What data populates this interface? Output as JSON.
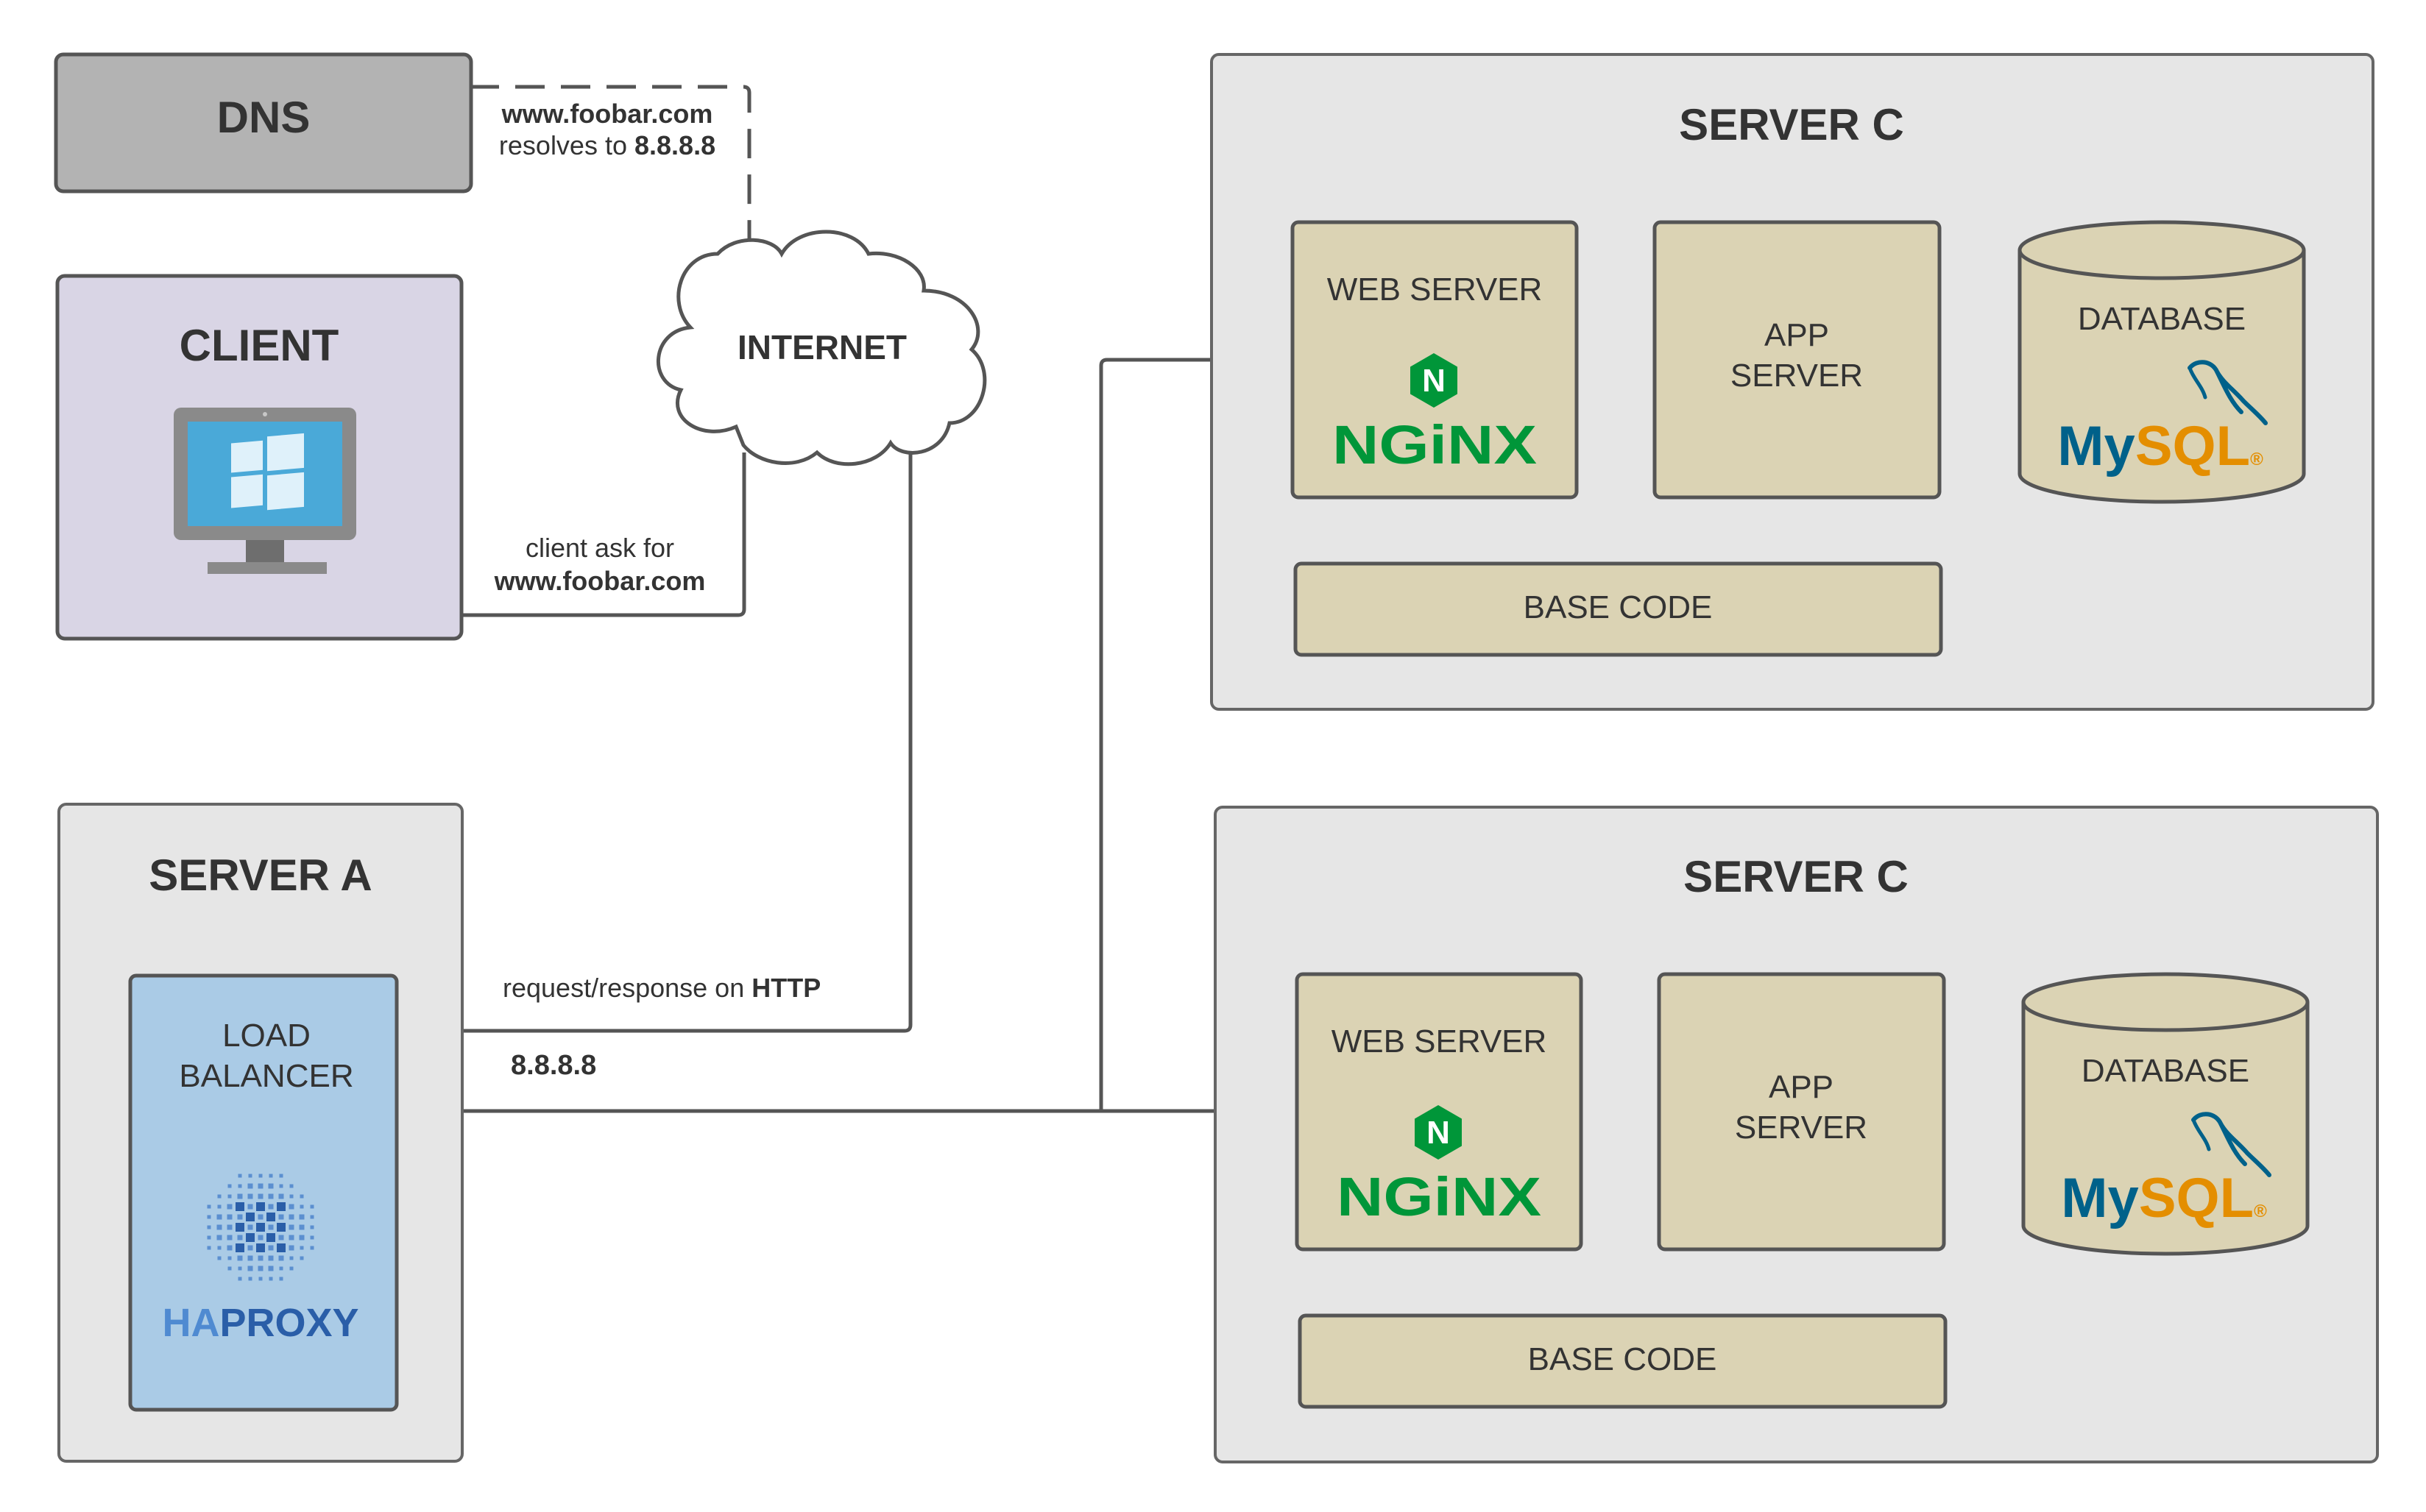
{
  "dns": {
    "title": "DNS"
  },
  "dns_note": {
    "domain": "www.foobar.com",
    "resolves_prefix": "resolves to",
    "ip": "8.8.8.8"
  },
  "client": {
    "title": "CLIENT",
    "device_icon": "windows-monitor-icon"
  },
  "internet": {
    "label": "INTERNET"
  },
  "client_note": {
    "line1": "client ask for",
    "line2": "www.foobar.com"
  },
  "server_a": {
    "title": "SERVER A",
    "load_balancer": {
      "line1": "LOAD",
      "line2": "BALANCER",
      "logo_ha": "HA",
      "logo_proxy": "PROXY"
    }
  },
  "http_note": {
    "prefix": "request/response on",
    "protocol": "HTTP",
    "ip": "8.8.8.8"
  },
  "servers": [
    {
      "title": "SERVER C",
      "web_server": {
        "label": "WEB SERVER",
        "logo_text": "NGiNX",
        "logo_badge": "N"
      },
      "app_server": {
        "line1": "APP",
        "line2": "SERVER"
      },
      "database": {
        "label": "DATABASE",
        "logo_my": "My",
        "logo_sql": "SQL",
        "logo_mark": "®"
      },
      "base_code": {
        "label": "BASE CODE"
      }
    },
    {
      "title": "SERVER C",
      "web_server": {
        "label": "WEB SERVER",
        "logo_text": "NGiNX",
        "logo_badge": "N"
      },
      "app_server": {
        "line1": "APP",
        "line2": "SERVER"
      },
      "database": {
        "label": "DATABASE",
        "logo_my": "My",
        "logo_sql": "SQL",
        "logo_mark": "®"
      },
      "base_code": {
        "label": "BASE CODE"
      }
    }
  ],
  "colors": {
    "line": "#555555",
    "dns_fill": "#b3b3b3",
    "client_fill": "#d9d5e5",
    "server_fill": "#e6e6e6",
    "component_fill": "#dbd3b4",
    "lb_fill": "#aacbe6",
    "nginx_green": "#009639",
    "mysql_blue": "#00618a",
    "mysql_orange": "#e48e00",
    "haproxy_blue": "#2a5ea8",
    "windows_blue": "#4aa9d8"
  }
}
